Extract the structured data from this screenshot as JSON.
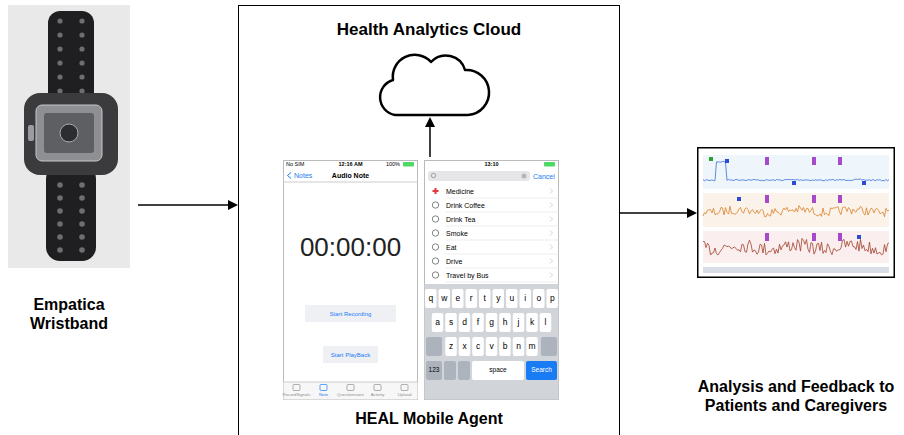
{
  "diagram": {
    "nodes": [
      {
        "text": [
          "Empatica Wristband"
        ]
      },
      {
        "text": [
          "Health Analytics Cloud",
          "HEAL Mobile Agent"
        ]
      },
      {
        "text": [
          "No SIM",
          "12:16 AM",
          "100%",
          "Notes",
          "Audio Note",
          "00:00:00",
          "Start Recording",
          "Start PlayBack",
          "RecordSignals",
          "Note",
          "Questionnaire",
          "Activity",
          "Upload"
        ],
        "in": 1
      },
      {
        "text": [
          "13:10",
          "Cancel",
          "Medicine",
          "Drink Coffee",
          "Drink Tea",
          "Smoke",
          "Eat",
          "Drive",
          "Travel by Bus",
          "q",
          "w",
          "e",
          "r",
          "t",
          "y",
          "u",
          "i",
          "o",
          "p",
          "a",
          "s",
          "d",
          "f",
          "g",
          "h",
          "j",
          "k",
          "l",
          "z",
          "x",
          "c",
          "v",
          "b",
          "n",
          "m",
          "123",
          "space",
          "Search"
        ],
        "in": 1
      },
      {
        "text": [
          "Analysis and Feedback to Patients and Caregivers"
        ]
      }
    ],
    "edges": [
      {
        "from": 0,
        "to": 1,
        "arrow": "to"
      },
      {
        "from": 1,
        "to": 4,
        "arrow": "to"
      }
    ]
  }
}
